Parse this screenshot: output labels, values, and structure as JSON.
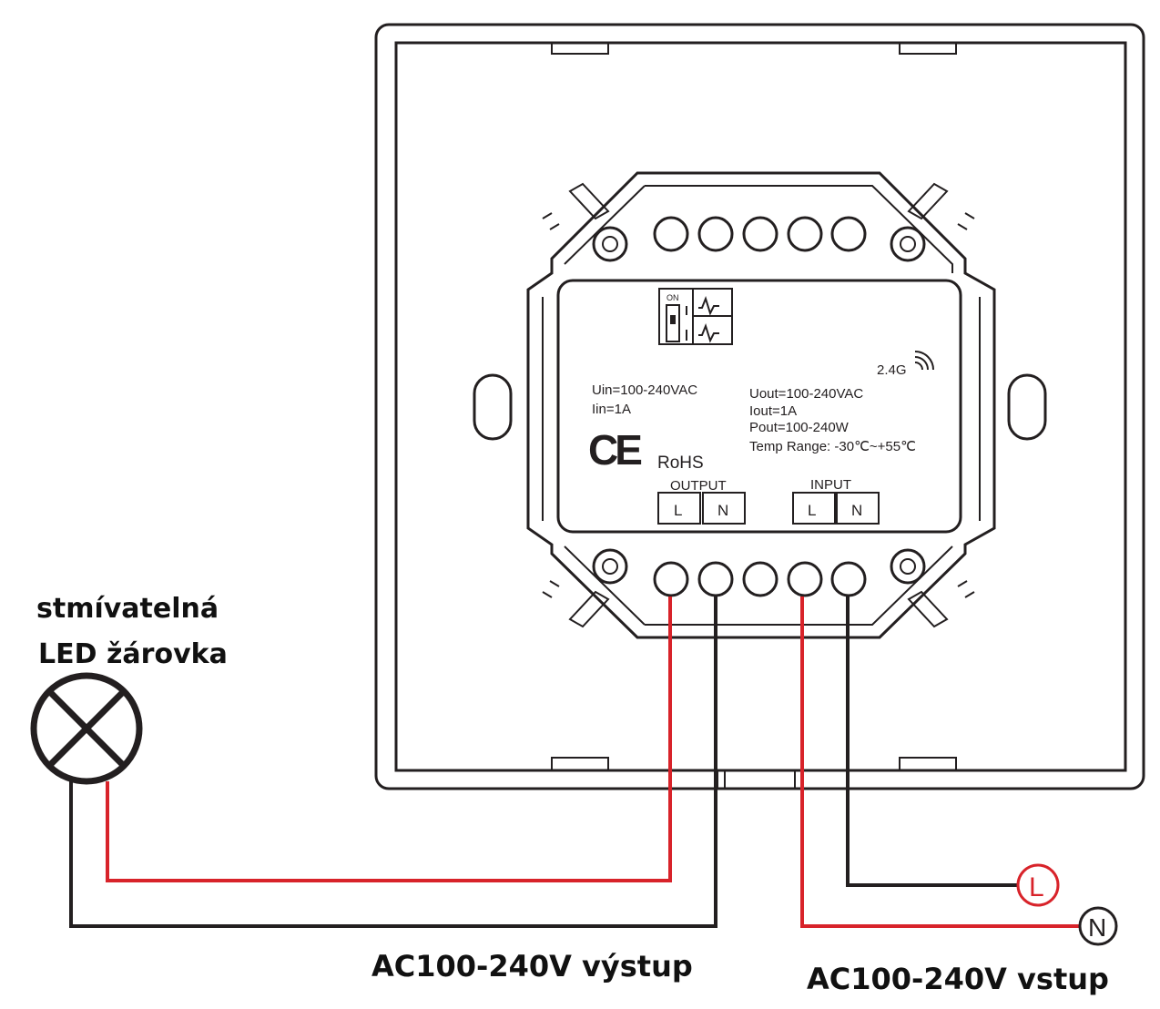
{
  "lamp": {
    "line1": "stmívatelná",
    "line2": "LED žárovka"
  },
  "labels": {
    "output_caption": "AC100-240V výstup",
    "input_caption": "AC100-240V vstup"
  },
  "terminals": {
    "L": "L",
    "N": "N"
  },
  "device_label": {
    "switch_on": "ON",
    "wireless": "2.4G",
    "uin": "Uin=100-240VAC",
    "iin": "Iin=1A",
    "ce": "CE",
    "rohs": "RoHS",
    "uout": "Uout=100-240VAC",
    "iout": "Iout=1A",
    "pout": "Pout=100-240W",
    "temp": "Temp Range: -30℃~+55℃",
    "output": "OUTPUT",
    "input": "INPUT",
    "out_l": "L",
    "out_n": "N",
    "in_l": "L",
    "in_n": "N"
  },
  "colors": {
    "live_wire": "#d8232a",
    "neutral_wire": "#231f20"
  }
}
